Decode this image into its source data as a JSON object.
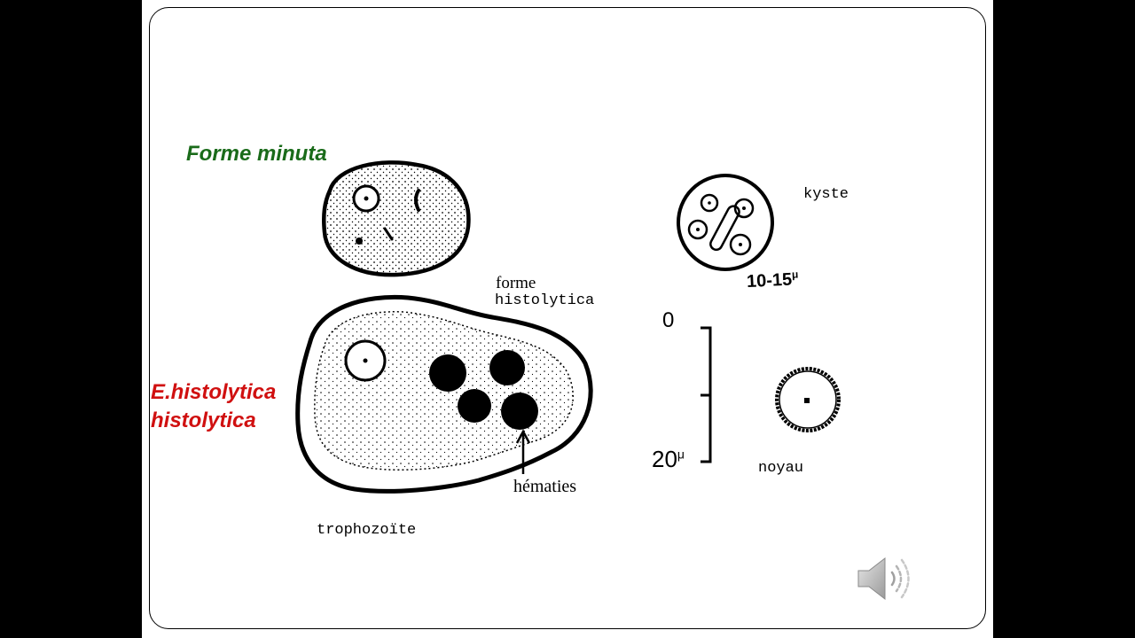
{
  "labels": {
    "forme_minuta": "Forme minuta",
    "histolytica_line1": "E.histolytica",
    "histolytica_line2": "histolytica",
    "forme": "forme",
    "histolytica_label": "histolytica",
    "hematies": "hématies",
    "trophozoite": "trophozoïte",
    "kyste": "kyste",
    "kyste_size": "10-15",
    "kyste_unit": "μ",
    "scale_top": "0",
    "scale_bottom": "20",
    "scale_unit": "μ",
    "noyau": "noyau"
  },
  "icons": {
    "audio": "speaker-icon"
  },
  "colors": {
    "forme_minuta": "#1a6b1a",
    "histolytica": "#d01010",
    "background": "#000000",
    "slide": "#ffffff"
  }
}
